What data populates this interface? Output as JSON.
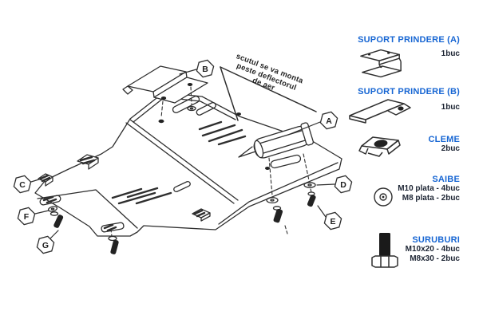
{
  "note": {
    "lines": [
      "scutul se va monta",
      "peste deflectorul",
      "de aer"
    ]
  },
  "labels": {
    "a": "A",
    "b": "B",
    "c": "C",
    "d": "D",
    "e": "E",
    "f": "F",
    "g": "G"
  },
  "legend": {
    "items": [
      {
        "title": "SUPORT PRINDERE (A)",
        "qty": "1buc",
        "icon": "bracket-a-icon"
      },
      {
        "title": "SUPORT PRINDERE (B)",
        "qty": "1buc",
        "icon": "bracket-b-icon"
      },
      {
        "title": "CLEME",
        "qty": "2buc",
        "icon": "clamp-icon"
      },
      {
        "title": "SAIBE",
        "line1": "M10 plata - 4buc",
        "line2": "M8 plata - 2buc",
        "icon": "washer-icon"
      },
      {
        "title": "SURUBURI",
        "line1": "M10x20 - 4buc",
        "line2": "M8x30 - 2buc",
        "icon": "bolt-icon"
      }
    ]
  },
  "colors": {
    "accent": "#1766d3",
    "dark_text": "#1c2433",
    "line": "#2e2e2e"
  }
}
